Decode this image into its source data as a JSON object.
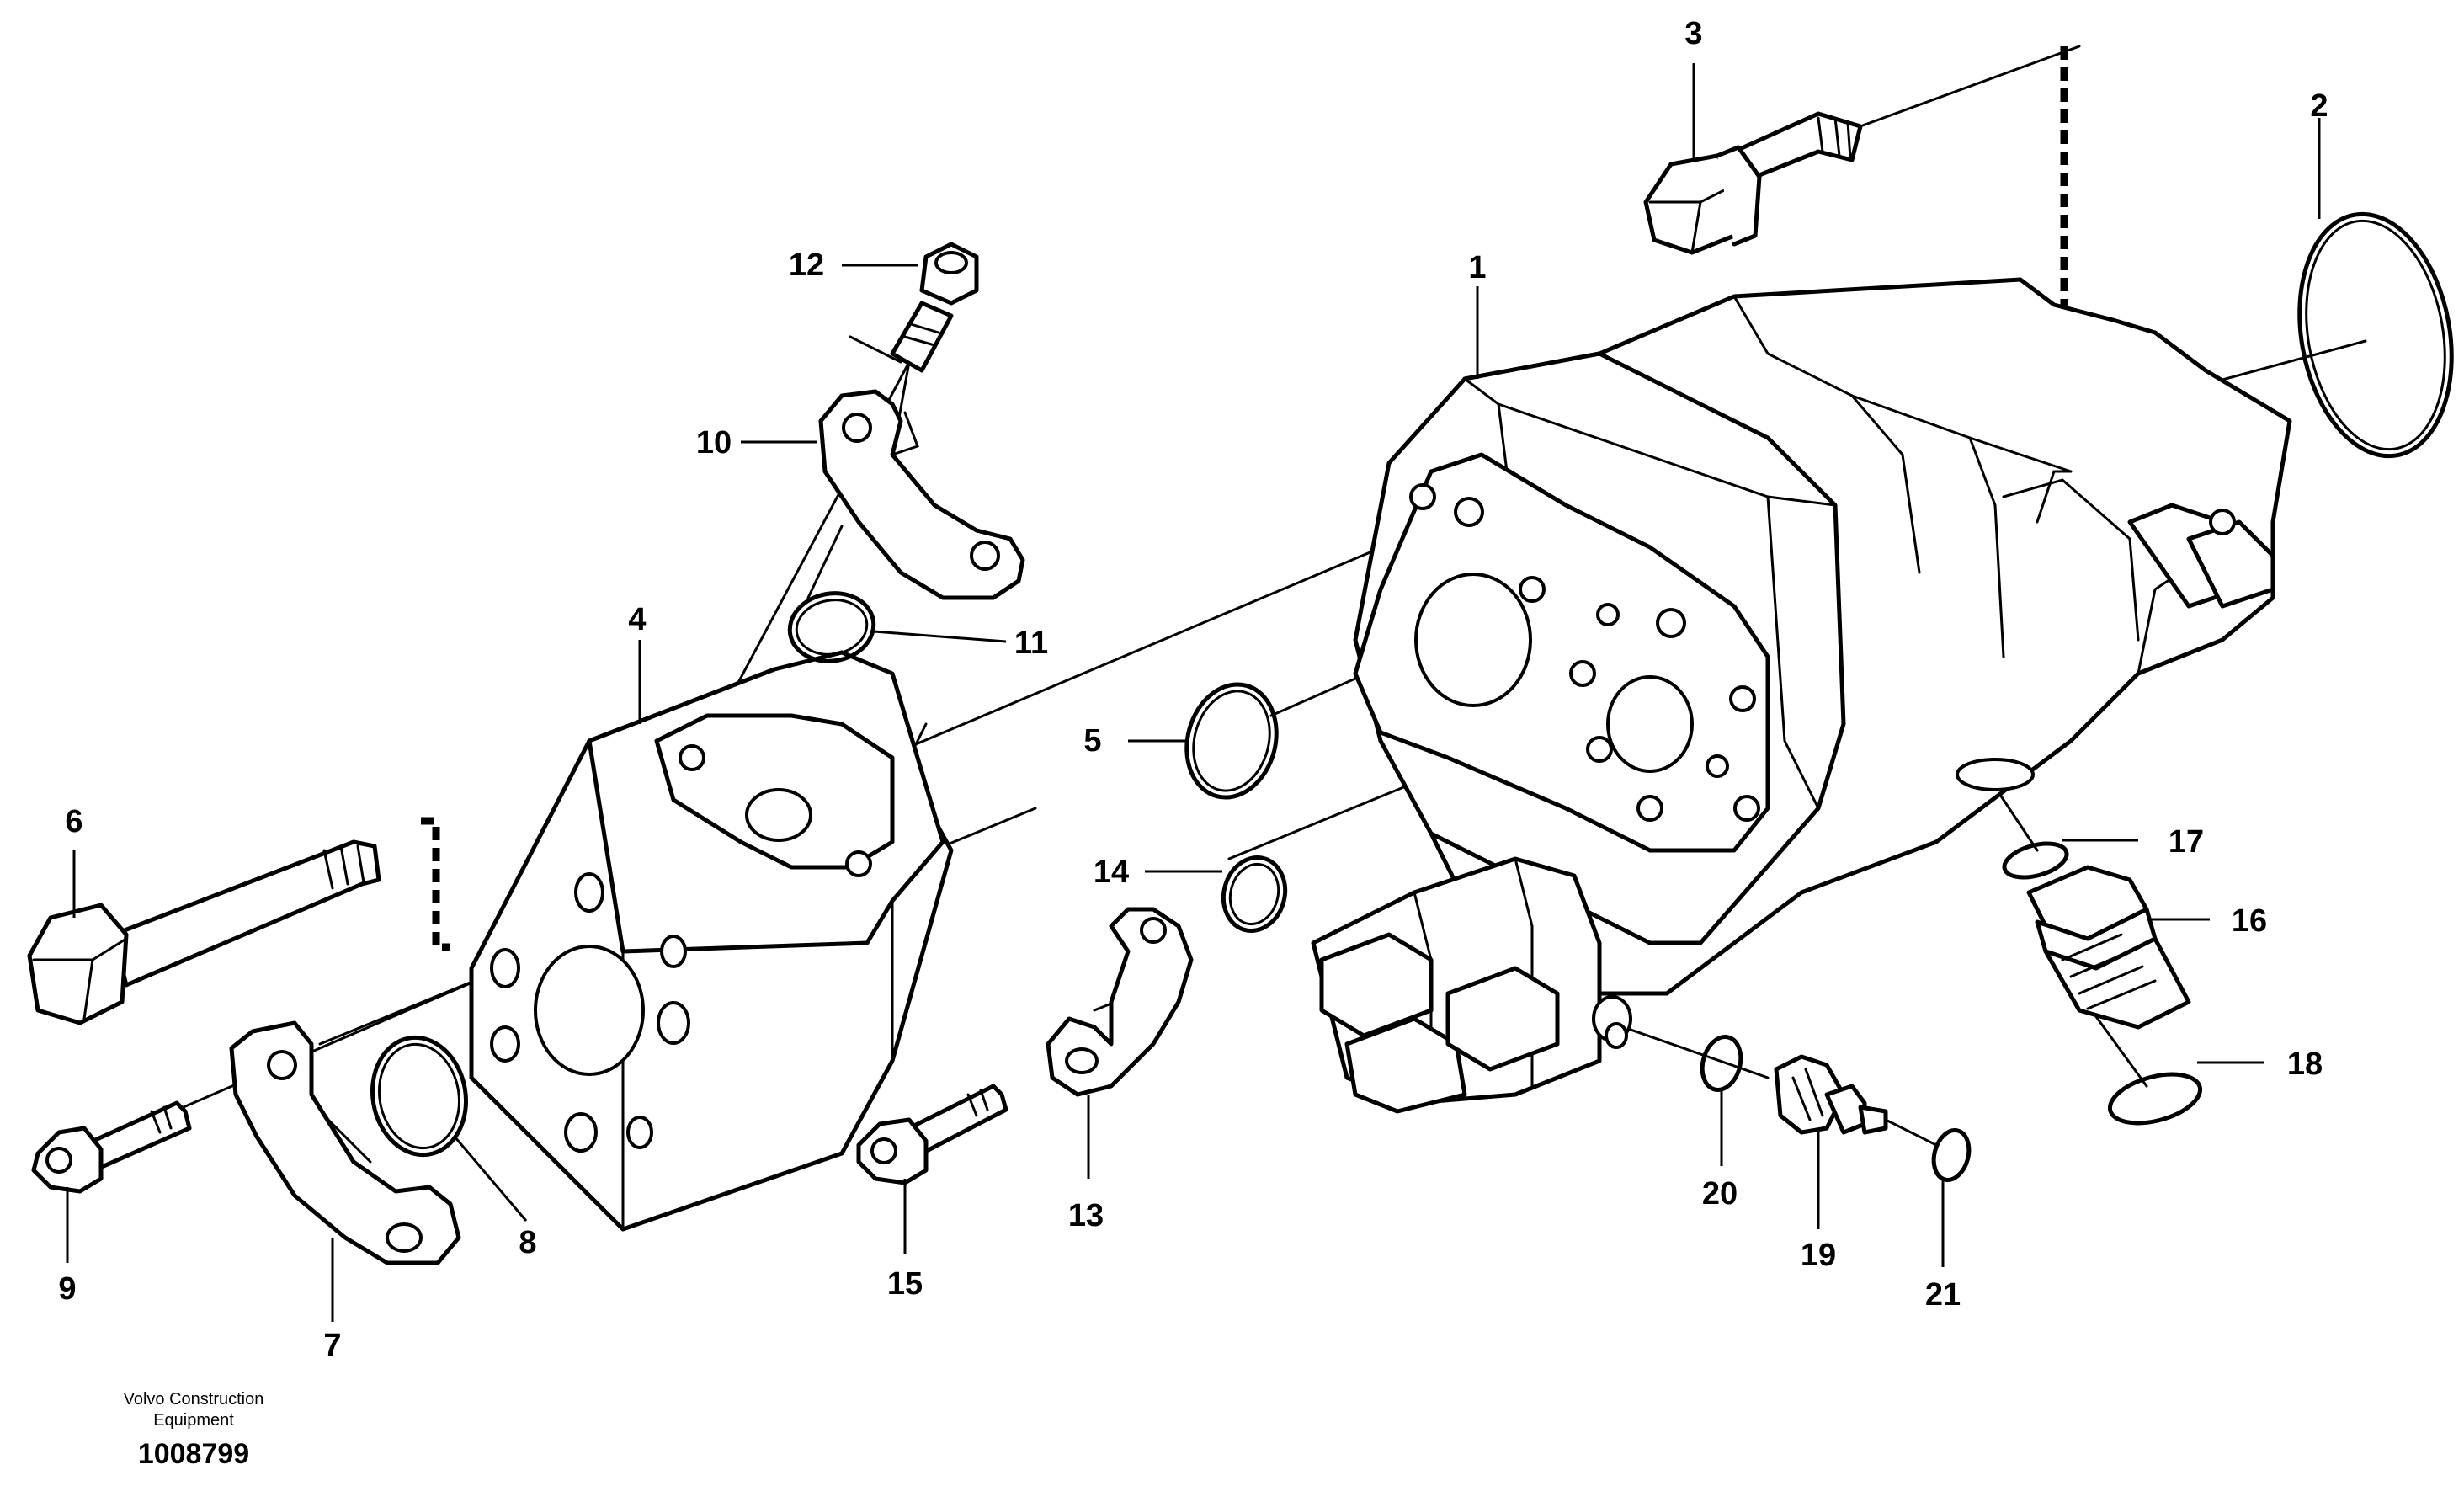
{
  "diagram": {
    "part_labels": [
      "1",
      "2",
      "3",
      "4",
      "5",
      "6",
      "7",
      "8",
      "9",
      "10",
      "11",
      "12",
      "13",
      "14",
      "15",
      "16",
      "17",
      "18",
      "19",
      "20",
      "21"
    ],
    "footer": {
      "line1": "Volvo Construction",
      "line2": "Equipment",
      "code": "1008799"
    }
  }
}
